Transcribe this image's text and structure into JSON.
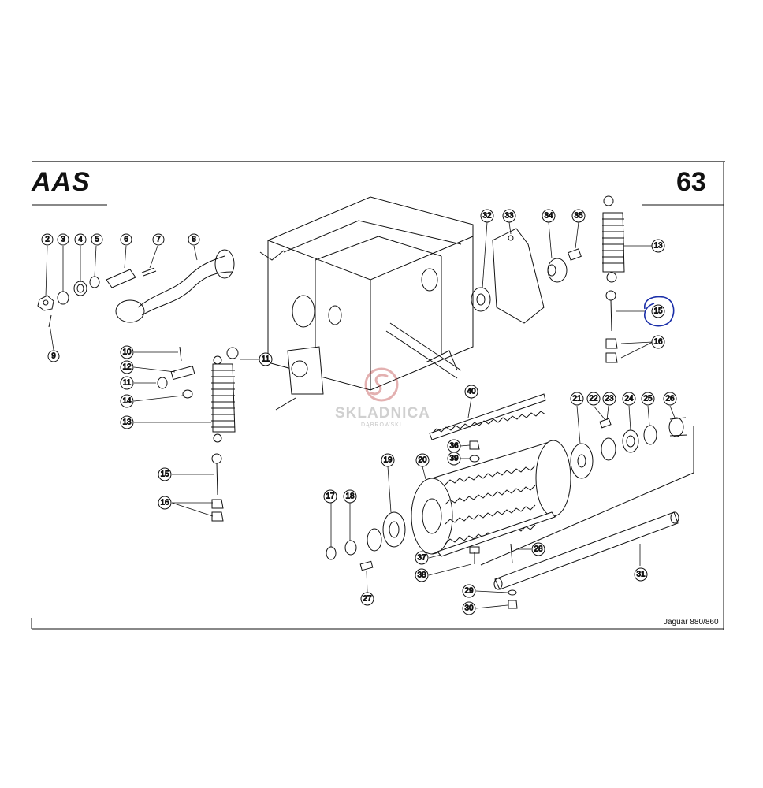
{
  "header": {
    "brand": "AAS",
    "page_number": "63"
  },
  "footer": {
    "model": "Jaguar 880/860"
  },
  "watermark": {
    "text": "SKLADNICA",
    "subtext": "DĄBROWSKI"
  },
  "callouts": [
    {
      "id": "c2",
      "label": "2"
    },
    {
      "id": "c3",
      "label": "3"
    },
    {
      "id": "c4",
      "label": "4"
    },
    {
      "id": "c5",
      "label": "5"
    },
    {
      "id": "c6",
      "label": "6"
    },
    {
      "id": "c7",
      "label": "7"
    },
    {
      "id": "c8",
      "label": "8"
    },
    {
      "id": "c9",
      "label": "9"
    },
    {
      "id": "c10",
      "label": "10"
    },
    {
      "id": "c12",
      "label": "12"
    },
    {
      "id": "c11a",
      "label": "11"
    },
    {
      "id": "c11b",
      "label": "11"
    },
    {
      "id": "c14",
      "label": "14"
    },
    {
      "id": "c13a",
      "label": "13"
    },
    {
      "id": "c15a",
      "label": "15"
    },
    {
      "id": "c16a",
      "label": "16"
    },
    {
      "id": "c32",
      "label": "32"
    },
    {
      "id": "c33",
      "label": "33"
    },
    {
      "id": "c34",
      "label": "34"
    },
    {
      "id": "c35",
      "label": "35"
    },
    {
      "id": "c13b",
      "label": "13"
    },
    {
      "id": "c15b",
      "label": "15"
    },
    {
      "id": "c16b",
      "label": "16"
    },
    {
      "id": "c40",
      "label": "40"
    },
    {
      "id": "c21",
      "label": "21"
    },
    {
      "id": "c22",
      "label": "22"
    },
    {
      "id": "c23",
      "label": "23"
    },
    {
      "id": "c24",
      "label": "24"
    },
    {
      "id": "c25",
      "label": "25"
    },
    {
      "id": "c26",
      "label": "26"
    },
    {
      "id": "c36",
      "label": "36"
    },
    {
      "id": "c39",
      "label": "39"
    },
    {
      "id": "c19",
      "label": "19"
    },
    {
      "id": "c20",
      "label": "20"
    },
    {
      "id": "c17",
      "label": "17"
    },
    {
      "id": "c18",
      "label": "18"
    },
    {
      "id": "c28",
      "label": "28"
    },
    {
      "id": "c37",
      "label": "37"
    },
    {
      "id": "c38",
      "label": "38"
    },
    {
      "id": "c27",
      "label": "27"
    },
    {
      "id": "c29",
      "label": "29"
    },
    {
      "id": "c30",
      "label": "30"
    },
    {
      "id": "c31",
      "label": "31"
    }
  ],
  "highlight": {
    "label": "15",
    "color": "#1a2ea8"
  },
  "colors": {
    "ink": "#111111",
    "watermark": "#b02020"
  }
}
